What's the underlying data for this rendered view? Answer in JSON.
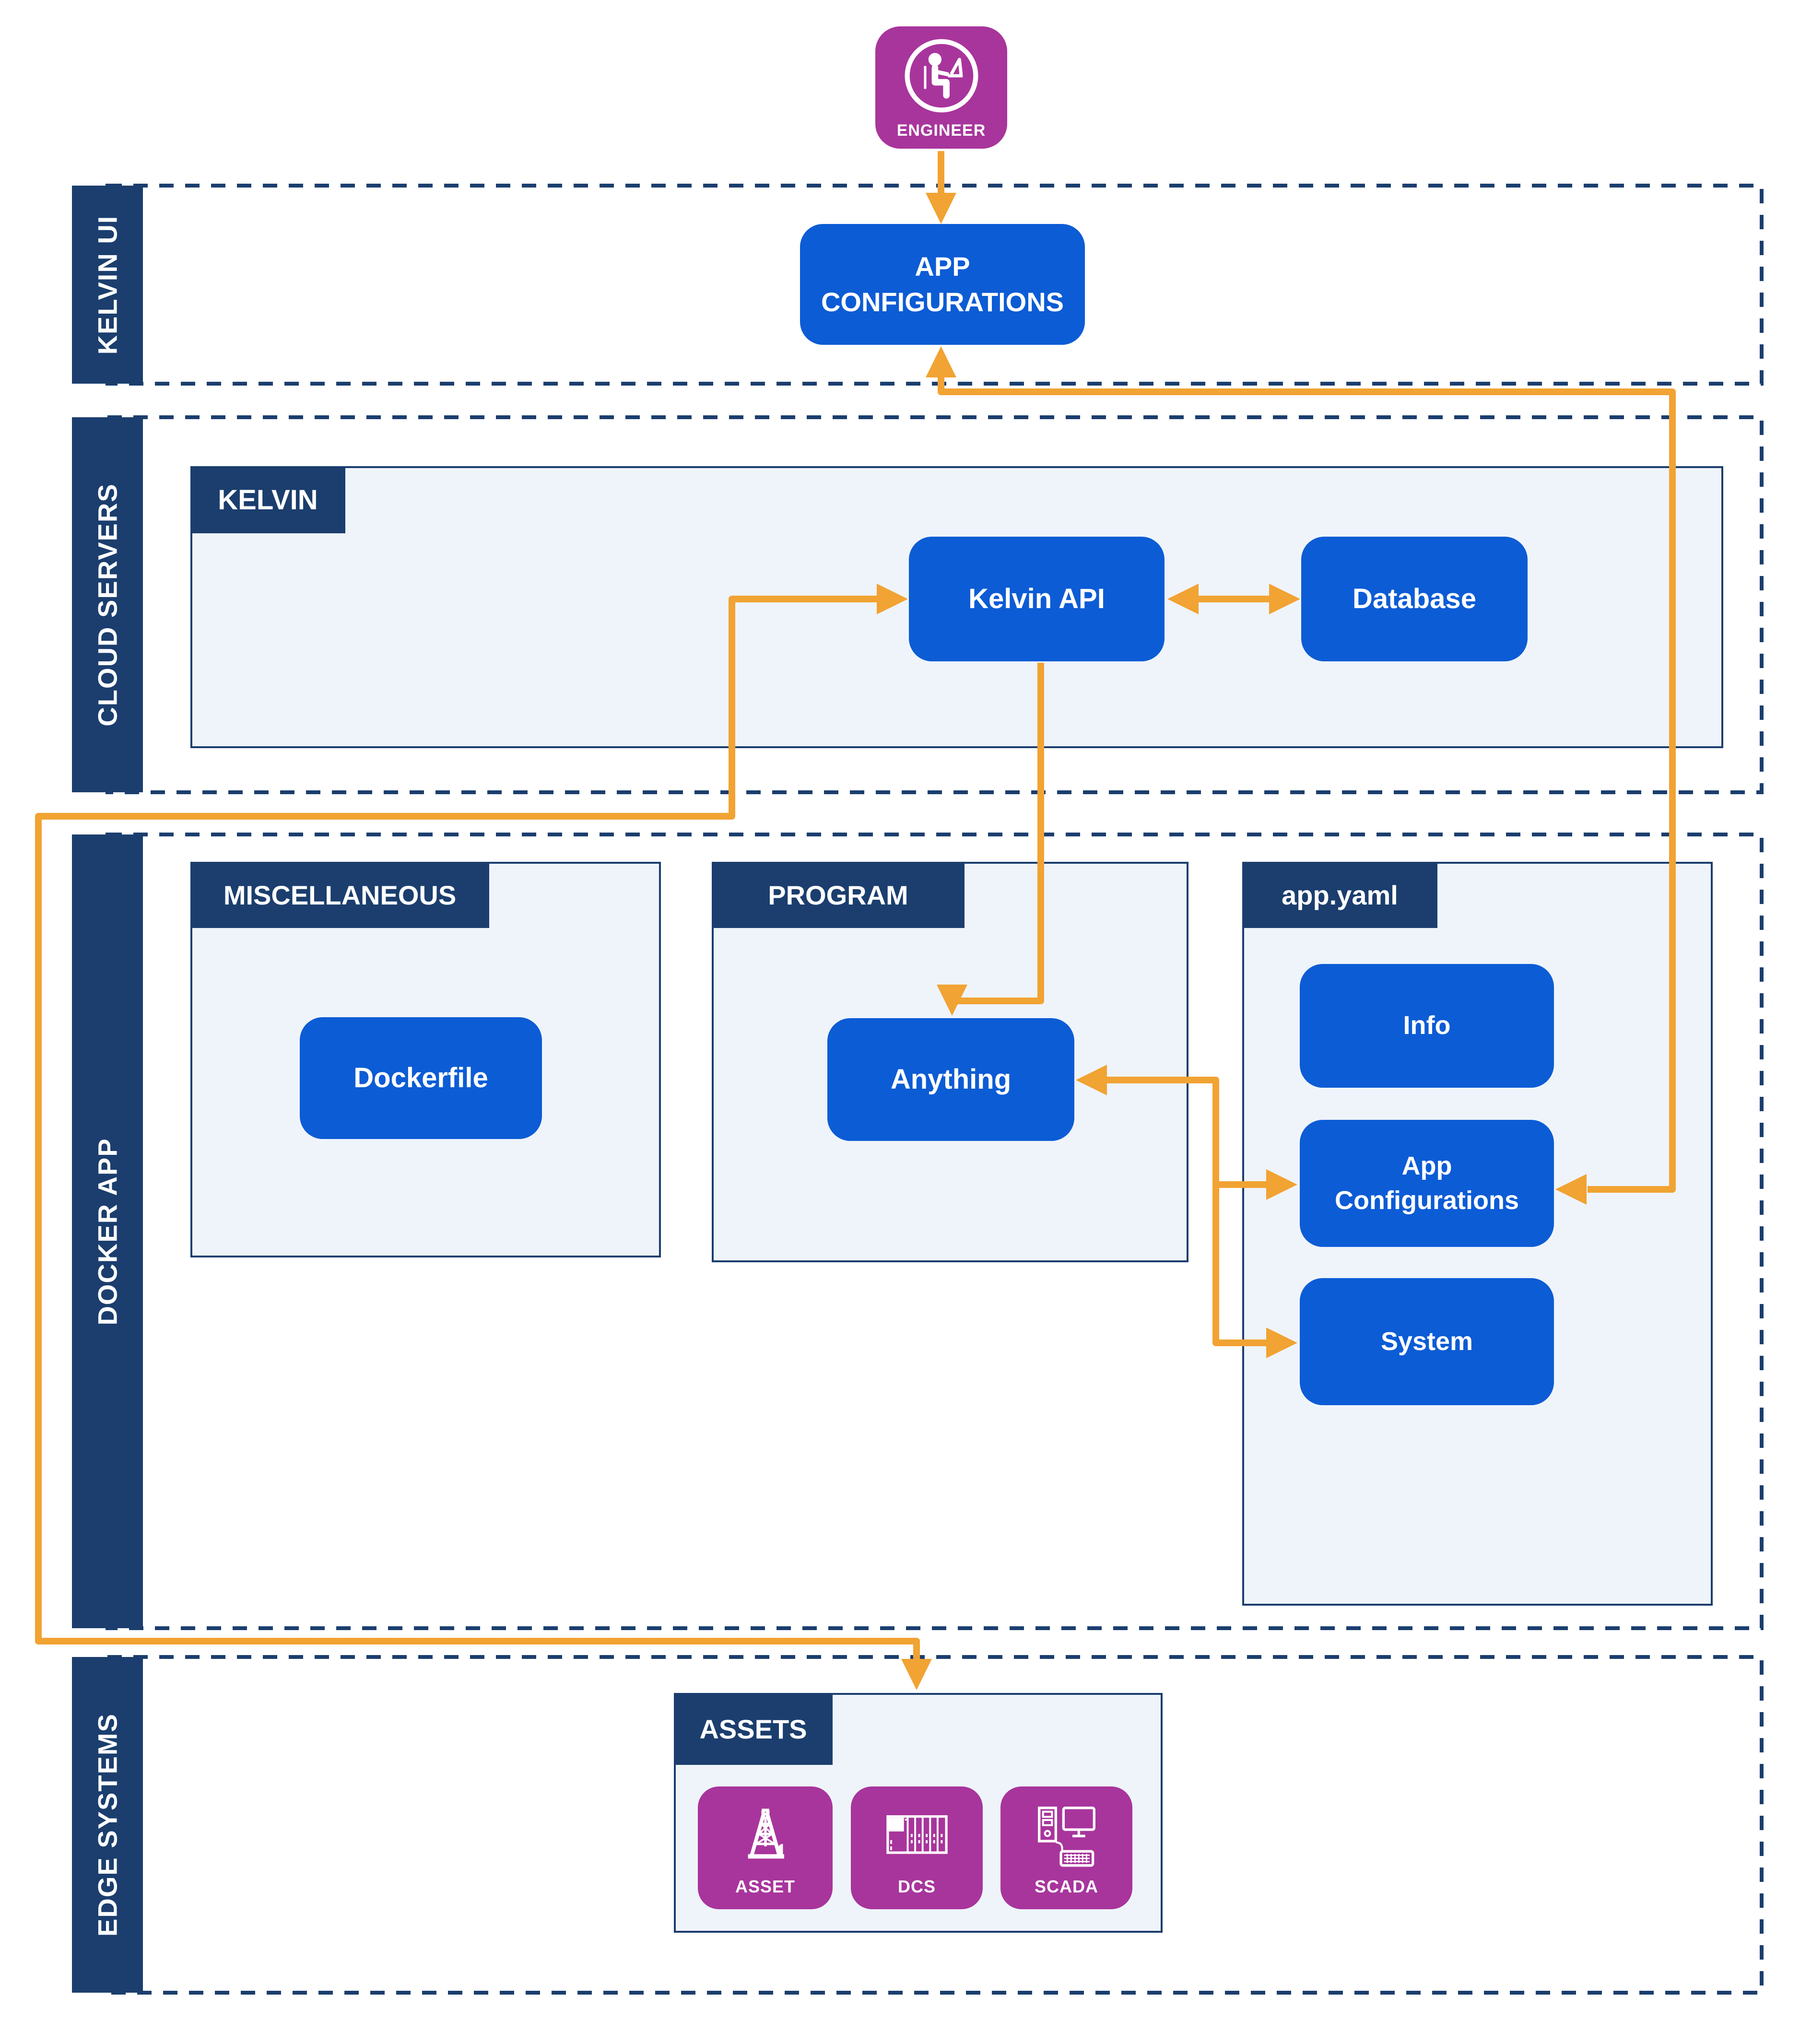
{
  "engineer": {
    "label": "ENGINEER"
  },
  "bands": [
    {
      "label": "KELVIN UI"
    },
    {
      "label": "CLOUD SERVERS"
    },
    {
      "label": "DOCKER APP"
    },
    {
      "label": "EDGE SYSTEMS"
    }
  ],
  "kelvin_ui": {
    "app_configurations": "APP CONFIGURATIONS"
  },
  "cloud": {
    "container_title": "KELVIN",
    "kelvin_api": "Kelvin API",
    "database": "Database"
  },
  "docker": {
    "miscellaneous": {
      "title": "MISCELLANEOUS",
      "dockerfile": "Dockerfile"
    },
    "program": {
      "title": "PROGRAM",
      "anything": "Anything"
    },
    "app_yaml": {
      "title": "app.yaml",
      "info": "Info",
      "app_configurations": "App Configurations",
      "system": "System"
    }
  },
  "edge": {
    "assets_title": "ASSETS",
    "tiles": [
      {
        "label": "ASSET",
        "icon": "oil-derrick-icon"
      },
      {
        "label": "DCS",
        "icon": "plc-rack-icon"
      },
      {
        "label": "SCADA",
        "icon": "workstation-icon"
      }
    ]
  },
  "colors": {
    "navy": "#1B3E6E",
    "blue": "#0C5CD5",
    "orange": "#F1A333",
    "purple": "#A8359C",
    "panel_fill": "#EFF4FA"
  }
}
